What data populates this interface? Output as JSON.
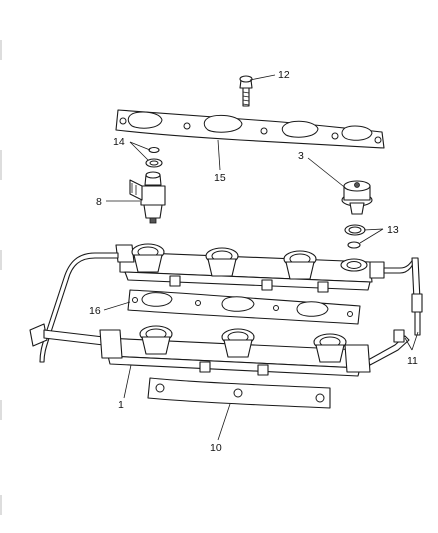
{
  "callouts": {
    "c1": "1",
    "c3": "3",
    "c8": "8",
    "c10": "10",
    "c11": "11",
    "c12": "12",
    "c13": "13",
    "c14": "14",
    "c15": "15",
    "c16": "16"
  }
}
